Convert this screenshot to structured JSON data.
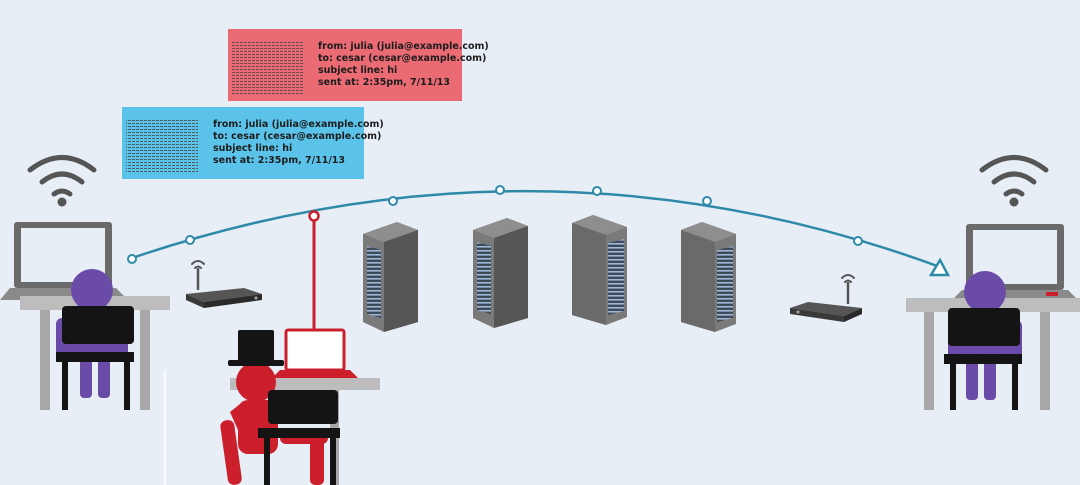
{
  "colors": {
    "background": "#e8eef6",
    "route": "#2f8aa8",
    "interceptor": "#cc1f2c",
    "sender_card": "#5bc3ea",
    "intercepted_card": "#ea6b73",
    "person": "#6a4ba8",
    "server": "#5f5f5f",
    "desk": "#bdbdbd",
    "chair": "#141414"
  },
  "sender_email": {
    "from": "from: julia (julia@example.com)",
    "to": "to: cesar (cesar@example.com)",
    "subject": "subject line: hi",
    "sent": "sent at: 2:35pm, 7/11/13"
  },
  "intercepted_email": {
    "from": "from: julia (julia@example.com)",
    "to": "to: cesar (cesar@example.com)",
    "subject": "subject line: hi",
    "sent": "sent at: 2:35pm, 7/11/13"
  },
  "icons": {
    "wifi": "wifi-icon",
    "router": "router-icon",
    "server": "server-rack-icon",
    "laptop": "laptop-icon",
    "person": "person-icon",
    "top_hat": "top-hat-icon"
  }
}
